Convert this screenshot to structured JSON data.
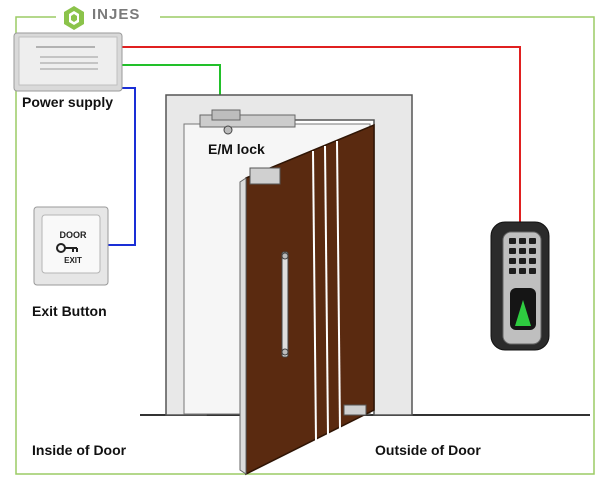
{
  "brand": {
    "name": "INJES",
    "accent": "#8bc34a"
  },
  "labels": {
    "power_supply": "Power supply",
    "em_lock": "E/M lock",
    "exit_button": "Exit Button",
    "inside": "Inside of Door",
    "outside": "Outside of Door"
  },
  "exit_button_face": {
    "line1": "DOOR",
    "line2": "EXIT"
  },
  "wire_colors": {
    "red": "#e02020",
    "green": "#22c02a",
    "blue": "#1a2fd6"
  },
  "door_color": "#5a2a10"
}
